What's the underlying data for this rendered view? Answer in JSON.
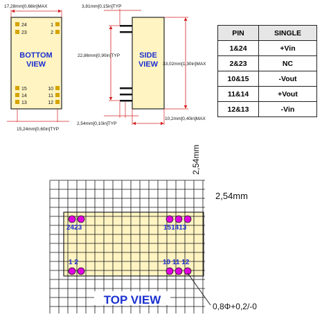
{
  "bottom_view": {
    "label_line1": "BOTTOM",
    "label_line2": "VIEW",
    "pins_top_left": [
      "24",
      "23"
    ],
    "pins_top_right": [
      "1",
      "2"
    ],
    "pins_bottom_left": [
      "15",
      "14",
      "13"
    ],
    "pins_bottom_right": [
      "10",
      "11",
      "12"
    ],
    "dim_width_top": "17,28mm[0,68in]MAX",
    "dim_width_bottom": "15,24mm[0,60in]TYP"
  },
  "side_view": {
    "label_line1": "SIDE",
    "label_line2": "VIEW",
    "dim_pin_len": "3,81mm[0,15in]TYP",
    "dim_pin_span": "22,86mm[0,90in]TYP",
    "dim_height": "33,02mm[1,30in]MAX",
    "dim_pitch": "2,54mm[0,10in]TYP",
    "dim_depth": "10,2mm[0,40in]MAX"
  },
  "pin_table": {
    "headers": [
      "PIN",
      "SINGLE"
    ],
    "rows": [
      [
        "1&24",
        "+Vin"
      ],
      [
        "2&23",
        "NC"
      ],
      [
        "10&15",
        "-Vout"
      ],
      [
        "11&14",
        "+Vout"
      ],
      [
        "12&13",
        "-Vin"
      ]
    ]
  },
  "top_view": {
    "label": "TOP VIEW",
    "grid_pitch_vertical": "2,54mm",
    "grid_pitch_horizontal": "2,54mm",
    "hole_spec": "0,8Φ+0,2/-0",
    "pin_label_top_left": "2423",
    "pin_label_top_right": "151413",
    "pin_label_bottom_left": "1 2",
    "pin_label_bottom_right": "10 11 12"
  },
  "colors": {
    "dimension_red": "#d42020",
    "label_blue": "#1b2fd0",
    "body_fill": "#fff4c2",
    "pad_magenta": "#e000e0"
  }
}
